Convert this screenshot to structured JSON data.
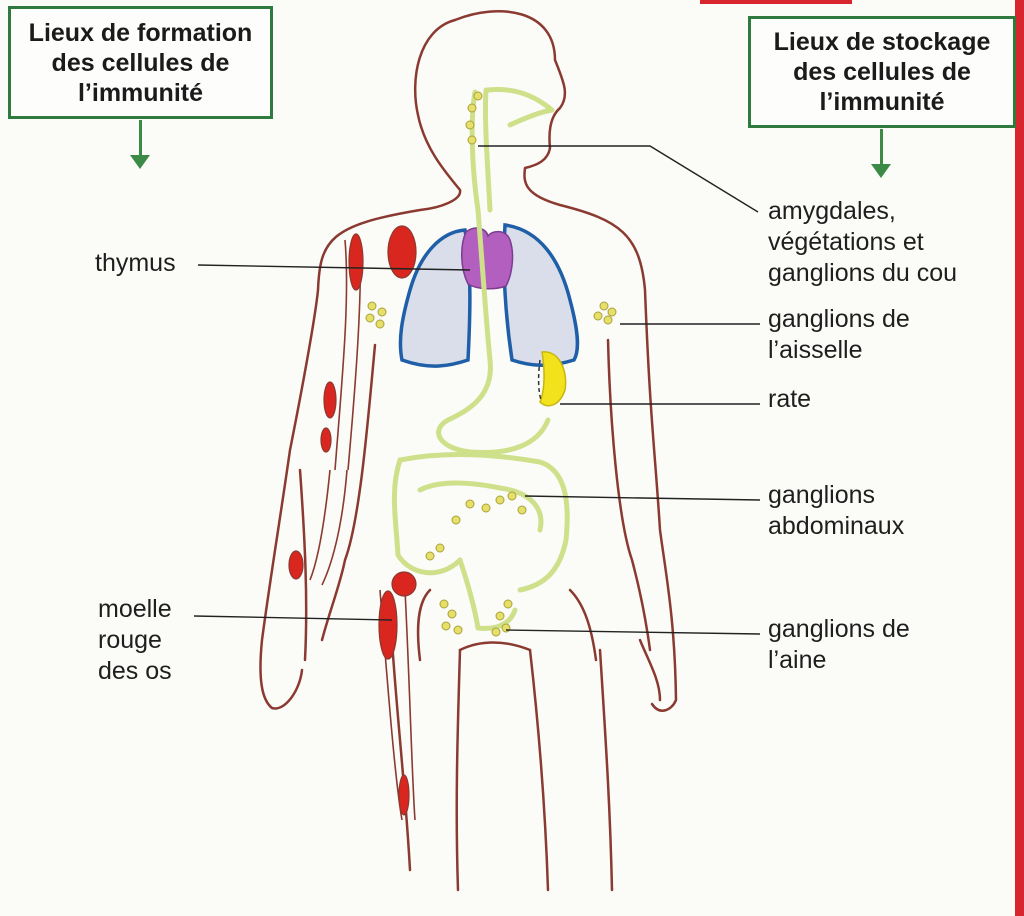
{
  "boxes": {
    "formation": "Lieux de formation\ndes cellules de\nl’immunité",
    "stockage": "Lieux de stockage\ndes cellules de\nl’immunité"
  },
  "labels": {
    "thymus": "thymus",
    "moelle": "moelle\nrouge\ndes os",
    "amygdales": "amygdales,\nvégétations et\nganglions du cou",
    "aisselle": "ganglions de\nl’aisselle",
    "rate": "rate",
    "abdominaux": "ganglions\nabdominaux",
    "aine": "ganglions de\nl’aine"
  },
  "colors": {
    "body_outline": "#8a3a30",
    "bone_marrow": "#d9271f",
    "thymus": "#b35fc0",
    "lungs_outline": "#1f5fa8",
    "lungs_fill": "#d9deea",
    "lymph": "#cfe08a",
    "nodes": "#e6df6a",
    "spleen": "#f2e21b",
    "box_border": "#2f7b3f"
  }
}
